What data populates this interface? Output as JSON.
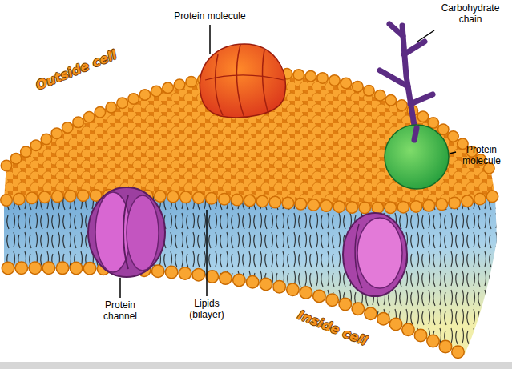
{
  "diagram": {
    "labels": [
      "Protein molecule",
      "Carbohydrate chain",
      "Outside cell",
      "Protein molecule",
      "Protein channel",
      "Lipids (bilayer)",
      "Inside cell"
    ]
  }
}
